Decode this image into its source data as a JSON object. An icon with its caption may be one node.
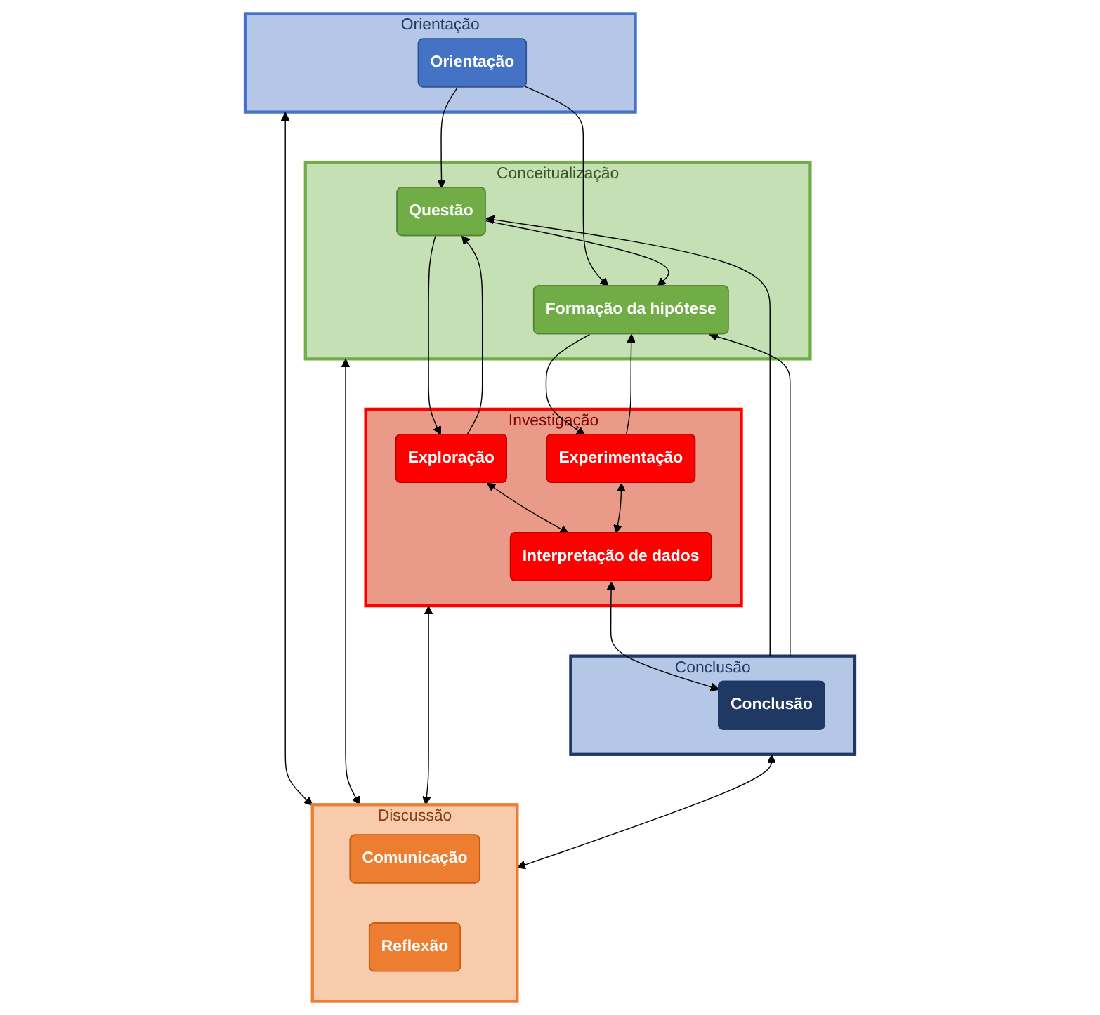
{
  "diagram": {
    "nodes": [
      {
        "text": [
          "Orientação"
        ]
      },
      {
        "text": [
          "Orientação"
        ],
        "in": 0
      },
      {
        "text": [
          "Conceitualização"
        ]
      },
      {
        "text": [
          "Questão"
        ],
        "in": 2
      },
      {
        "text": [
          "Formação da hipótese"
        ],
        "in": 2
      },
      {
        "text": [
          "Investigação"
        ]
      },
      {
        "text": [
          "Exploração"
        ],
        "in": 5
      },
      {
        "text": [
          "Experimentação"
        ],
        "in": 5
      },
      {
        "text": [
          "Interpretação de dados"
        ],
        "in": 5
      },
      {
        "text": [
          "Conclusão"
        ]
      },
      {
        "text": [
          "Conclusão"
        ],
        "in": 9
      },
      {
        "text": [
          "Discussão"
        ]
      },
      {
        "text": [
          "Comunicação"
        ],
        "in": 11
      },
      {
        "text": [
          "Reflexão"
        ],
        "in": 11
      }
    ],
    "edges": [
      {
        "from": 1,
        "to": 3,
        "arrow": "to"
      },
      {
        "from": 1,
        "to": 4,
        "arrow": "to"
      },
      {
        "from": 3,
        "to": 4,
        "arrow": "to"
      },
      {
        "from": 3,
        "to": 6,
        "arrow": "to"
      },
      {
        "from": 6,
        "to": 3,
        "arrow": "to"
      },
      {
        "from": 4,
        "to": 7,
        "arrow": "to"
      },
      {
        "from": 7,
        "to": 4,
        "arrow": "to"
      },
      {
        "from": 6,
        "to": 8,
        "arrow": "both"
      },
      {
        "from": 7,
        "to": 8,
        "arrow": "both"
      },
      {
        "from": 8,
        "to": 10,
        "arrow": "both"
      },
      {
        "from": 9,
        "to": 3,
        "arrow": "to"
      },
      {
        "from": 9,
        "to": 4,
        "arrow": "to"
      },
      {
        "from": 0,
        "to": 11,
        "arrow": "both"
      },
      {
        "from": 2,
        "to": 11,
        "arrow": "both"
      },
      {
        "from": 5,
        "to": 11,
        "arrow": "both"
      },
      {
        "from": 9,
        "to": 11,
        "arrow": "both"
      }
    ]
  }
}
